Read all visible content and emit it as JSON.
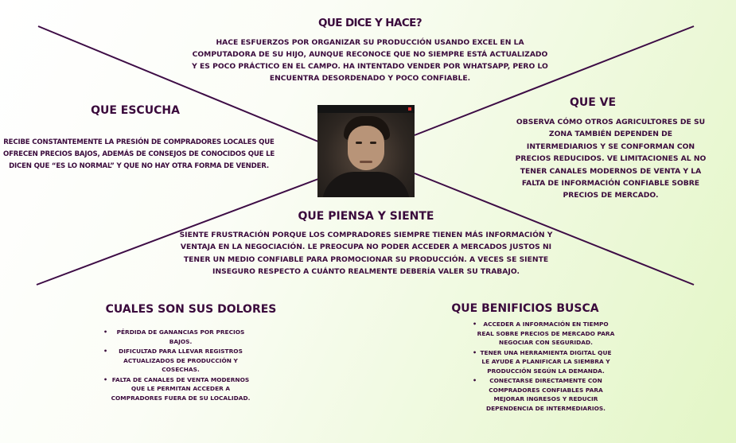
{
  "sections": {
    "dice_hace": {
      "title": "QUE DICE Y HACE?",
      "text": "HACE ESFUERZOS POR ORGANIZAR SU PRODUCCIÓN USANDO EXCEL EN LA COMPUTADORA DE SU HIJO, AUNQUE RECONOCE QUE NO SIEMPRE ESTÁ ACTUALIZADO Y ES POCO PRÁCTICO EN EL CAMPO. HA INTENTADO VENDER POR WHATSAPP, PERO LO ENCUENTRA DESORDENADO Y POCO CONFIABLE."
    },
    "escucha": {
      "title": "QUE ESCUCHA",
      "text": "RECIBE CONSTANTEMENTE LA PRESIÓN DE COMPRADORES LOCALES QUE OFRECEN PRECIOS BAJOS, ADEMÁS DE CONSEJOS DE CONOCIDOS QUE LE DICEN QUE “ES LO NORMAL” Y QUE NO HAY OTRA FORMA DE VENDER."
    },
    "ve": {
      "title": "QUE VE",
      "text": "OBSERVA CÓMO OTROS AGRICULTORES DE SU ZONA TAMBIÉN DEPENDEN DE INTERMEDIARIOS Y SE CONFORMAN CON PRECIOS REDUCIDOS. VE LIMITACIONES AL NO TENER CANALES MODERNOS DE VENTA Y LA FALTA DE INFORMACIÓN CONFIABLE SOBRE PRECIOS DE MERCADO."
    },
    "piensa_siente": {
      "title": "QUE PIENSA Y SIENTE",
      "text": "SIENTE FRUSTRACIÓN PORQUE LOS COMPRADORES SIEMPRE TIENEN MÁS INFORMACIÓN Y VENTAJA EN LA NEGOCIACIÓN. LE PREOCUPA NO PODER ACCEDER A MERCADOS JUSTOS NI TENER UN MEDIO CONFIABLE PARA PROMOCIONAR SU PRODUCCIÓN. A VECES SE SIENTE INSEGURO RESPECTO A CUÁNTO REALMENTE DEBERÍA VALER SU TRABAJO."
    },
    "dolores": {
      "title": "CUALES SON SUS DOLORES",
      "items": [
        "PÉRDIDA DE GANANCIAS POR PRECIOS BAJOS.",
        "DIFICULTAD PARA LLEVAR REGISTROS ACTUALIZADOS DE PRODUCCIÓN Y COSECHAS.",
        "FALTA DE CANALES DE VENTA MODERNOS QUE LE PERMITAN ACCEDER A COMPRADORES FUERA DE SU LOCALIDAD."
      ]
    },
    "beneficios": {
      "title": "QUE BENIFICIOS BUSCA",
      "items": [
        "ACCEDER A INFORMACIÓN EN TIEMPO REAL SOBRE PRECIOS DE MERCADO PARA NEGOCIAR CON SEGURIDAD.",
        "TENER UNA HERRAMIENTA DIGITAL QUE LE AYUDE A PLANIFICAR LA SIEMBRA Y PRODUCCIÓN SEGÚN LA DEMANDA.",
        "CONECTARSE DIRECTAMENTE CON COMPRADORES CONFIABLES PARA MEJORAR INGRESOS Y REDUCIR DEPENDENCIA DE INTERMEDIARIOS."
      ]
    }
  },
  "colors": {
    "ink": "#3a0a3c",
    "line": "#3d0c45",
    "background_tint": "#e3f6c6"
  }
}
